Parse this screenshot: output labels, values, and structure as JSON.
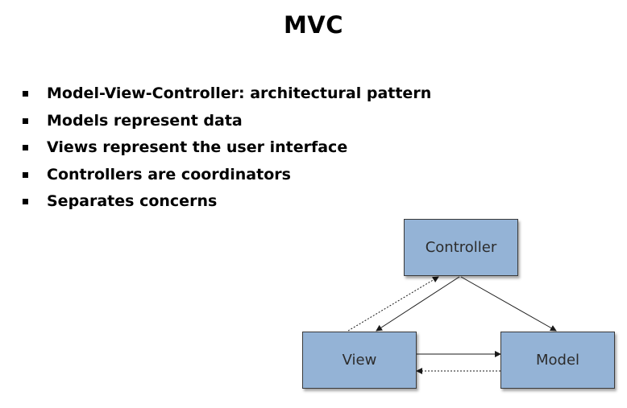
{
  "slide": {
    "title": "MVC",
    "bullets": [
      "Model-View-Controller: architectural pattern",
      "Models represent data",
      "Views represent the user interface",
      "Controllers are coordinators",
      "Separates concerns"
    ]
  },
  "diagram": {
    "box_color": "#94b3d6",
    "line_color": "#1a1a1a",
    "nodes": {
      "controller": "Controller",
      "view": "View",
      "model": "Model"
    },
    "edges": [
      {
        "from": "Controller",
        "to": "View",
        "style": "solid"
      },
      {
        "from": "View",
        "to": "Controller",
        "style": "dotted"
      },
      {
        "from": "Controller",
        "to": "Model",
        "style": "solid"
      },
      {
        "from": "View",
        "to": "Model",
        "style": "solid"
      },
      {
        "from": "Model",
        "to": "View",
        "style": "dotted"
      }
    ]
  }
}
